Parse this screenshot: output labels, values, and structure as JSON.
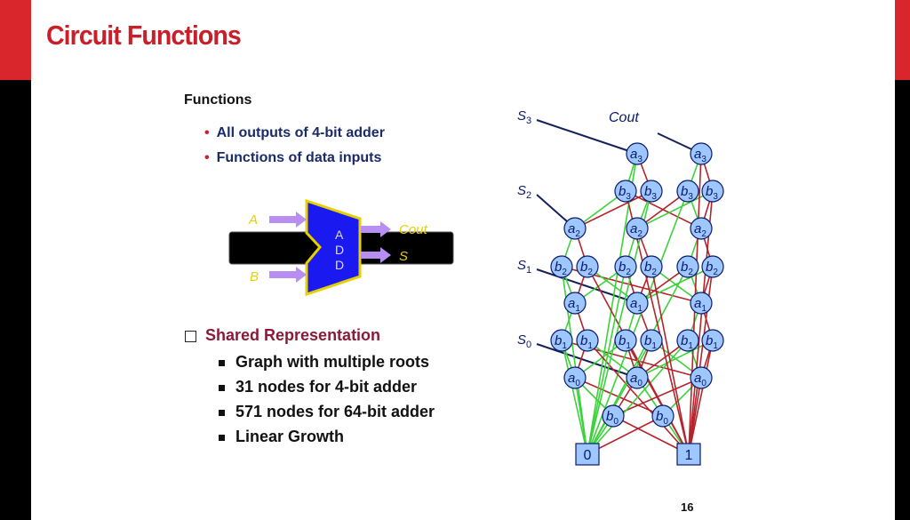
{
  "slide": {
    "title": "Circuit Functions",
    "page_number": "16"
  },
  "functions": {
    "heading": "Functions",
    "bullets": [
      "All outputs of 4-bit adder",
      "Functions of data inputs"
    ]
  },
  "adder": {
    "input_a": "A",
    "input_b": "B",
    "label": [
      "A",
      "D",
      "D"
    ],
    "output_cout": "Cout",
    "output_s": "S"
  },
  "shared": {
    "heading": "Shared Representation",
    "items": [
      "Graph with multiple roots",
      "31 nodes for 4-bit adder",
      "571 nodes for 64-bit adder",
      "Linear Growth"
    ]
  },
  "graph": {
    "roots": [
      {
        "var": "S",
        "sub": "3"
      },
      {
        "var": "S",
        "sub": "2"
      },
      {
        "var": "S",
        "sub": "1"
      },
      {
        "var": "S",
        "sub": "0"
      },
      {
        "var": "Cout",
        "sub": ""
      }
    ],
    "nodes": [
      {
        "v": "a",
        "s": "3"
      },
      {
        "v": "a",
        "s": "3"
      },
      {
        "v": "b",
        "s": "3"
      },
      {
        "v": "b",
        "s": "3"
      },
      {
        "v": "b",
        "s": "3"
      },
      {
        "v": "b",
        "s": "3"
      },
      {
        "v": "a",
        "s": "2"
      },
      {
        "v": "a",
        "s": "2"
      },
      {
        "v": "a",
        "s": "2"
      },
      {
        "v": "b",
        "s": "2"
      },
      {
        "v": "b",
        "s": "2"
      },
      {
        "v": "b",
        "s": "2"
      },
      {
        "v": "b",
        "s": "2"
      },
      {
        "v": "b",
        "s": "2"
      },
      {
        "v": "b",
        "s": "2"
      },
      {
        "v": "a",
        "s": "1"
      },
      {
        "v": "a",
        "s": "1"
      },
      {
        "v": "a",
        "s": "1"
      },
      {
        "v": "b",
        "s": "1"
      },
      {
        "v": "b",
        "s": "1"
      },
      {
        "v": "b",
        "s": "1"
      },
      {
        "v": "b",
        "s": "1"
      },
      {
        "v": "b",
        "s": "1"
      },
      {
        "v": "b",
        "s": "1"
      },
      {
        "v": "a",
        "s": "0"
      },
      {
        "v": "a",
        "s": "0"
      },
      {
        "v": "a",
        "s": "0"
      },
      {
        "v": "b",
        "s": "0"
      },
      {
        "v": "b",
        "s": "0"
      }
    ],
    "terminals": [
      "0",
      "1"
    ],
    "colors": {
      "node_fill": "#9ec6ff",
      "high_edge": "#b3242c",
      "low_edge": "#3cd23c",
      "root_edge": "#14205a"
    }
  }
}
